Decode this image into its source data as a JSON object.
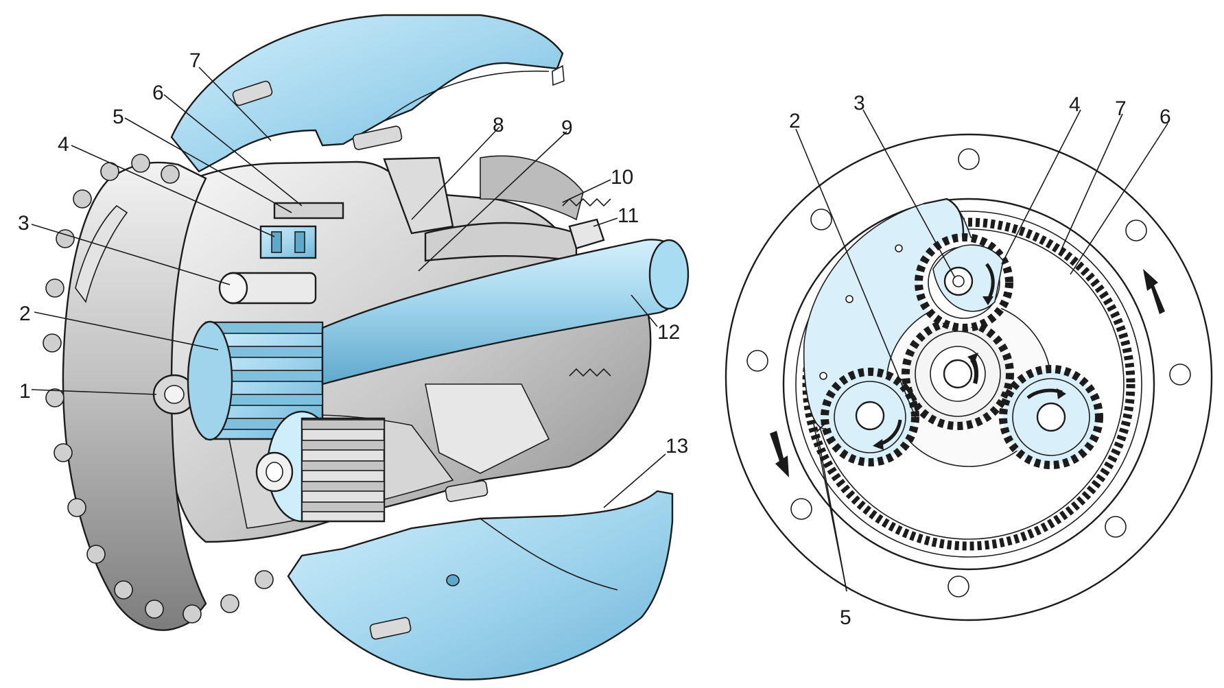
{
  "colors": {
    "accent_blue": "#a8d8ee",
    "accent_blue_dark": "#7fc0df",
    "metal_light": "#eeeeee",
    "metal_mid": "#c9c9c9",
    "metal_dark": "#8a8a8a",
    "ink": "#1c1c1c",
    "arrow": "#1a1a1a"
  },
  "left_diagram": {
    "labels": [
      "1",
      "2",
      "3",
      "4",
      "5",
      "6",
      "7",
      "8",
      "9",
      "10",
      "11",
      "12",
      "13"
    ]
  },
  "right_diagram": {
    "labels": {
      "l2": "2",
      "l3": "3",
      "l4": "4",
      "l7": "7",
      "l6": "6",
      "l5": "5"
    }
  }
}
